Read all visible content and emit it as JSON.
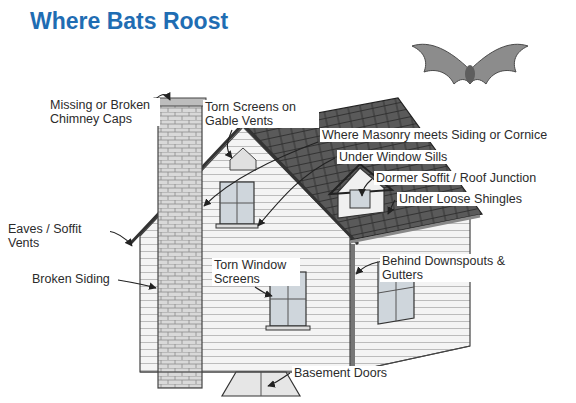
{
  "diagram": {
    "title": "Where Bats Roost",
    "labels": [
      "Missing or Broken Chimney Caps",
      "Torn Screens on Gable Vents",
      "Where Masonry meets Siding or Cornice",
      "Under Window Sills",
      "Dormer Soffit / Roof Junction",
      "Under Loose Shingles",
      "Eaves / Soffit Vents",
      "Broken Siding",
      "Torn Window Screens",
      "Behind Downspouts & Gutters",
      "Basement Doors"
    ]
  }
}
